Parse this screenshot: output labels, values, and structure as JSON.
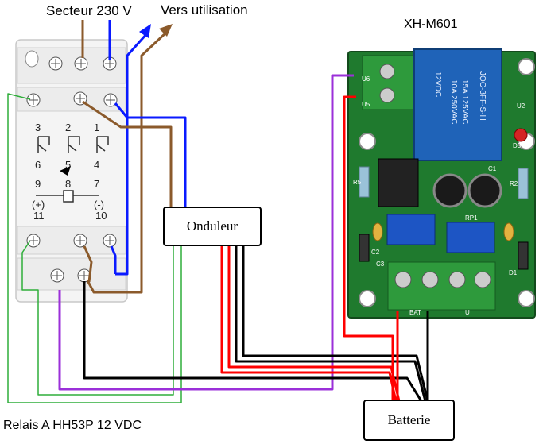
{
  "labels": {
    "secteur": "Secteur 230 V",
    "vers_utilisation": "Vers utilisation",
    "module": "XH-M601",
    "relais": "Relais A HH53P 12 VDC",
    "onduleur": "Onduleur",
    "batterie": "Batterie"
  },
  "relay_base": {
    "contact_numbers": [
      "3",
      "2",
      "1",
      "6",
      "5",
      "4",
      "9",
      "8",
      "7"
    ],
    "coil_plus": "(+)",
    "coil_minus": "(-)",
    "coil_pin_plus": "11",
    "coil_pin_minus": "10"
  },
  "board": {
    "relay_text": [
      "12VDC",
      "10A 250VAC",
      "15A 125VAC",
      "JQC-3FF-S-H"
    ],
    "silkscreen": [
      "U5",
      "U2",
      "U6",
      "R2",
      "R5",
      "RP1",
      "C1",
      "C2",
      "C3",
      "D1",
      "D3",
      "BAT",
      "U"
    ]
  },
  "wire_colors": {
    "brown": "#8b5a2b",
    "blue": "#0a1aff",
    "green": "#2fae3a",
    "purple": "#9b30d9",
    "red": "#ff0000",
    "black": "#000000",
    "board_green": "#1f7a2e",
    "terminal_green": "#2e9a3c",
    "relay_blue": "#1f63b8",
    "pot_blue": "#1d55c4"
  }
}
